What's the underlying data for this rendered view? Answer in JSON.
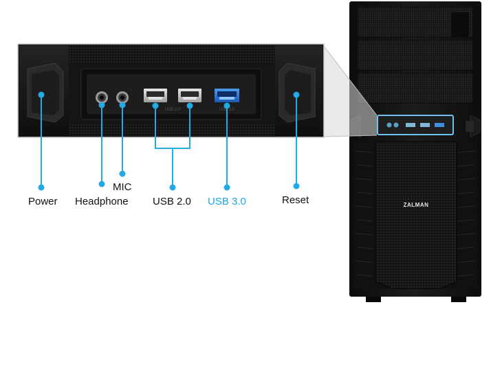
{
  "labels": {
    "power": "Power",
    "headphone": "Headphone",
    "mic": "MIC",
    "usb20": "USB 2.0",
    "usb30": "USB 3.0",
    "reset": "Reset"
  },
  "panel": {
    "usb20_engraving": "USB 2.0",
    "usb30_engraving": "USB 3.0"
  },
  "brand": {
    "logo_text": "ZALMAN"
  },
  "colors": {
    "accent": "#1aa7e8",
    "case": "#141414",
    "usb3_port": "#2b77d6",
    "callout_line": "#23a9e6",
    "label_text": "#111111"
  }
}
